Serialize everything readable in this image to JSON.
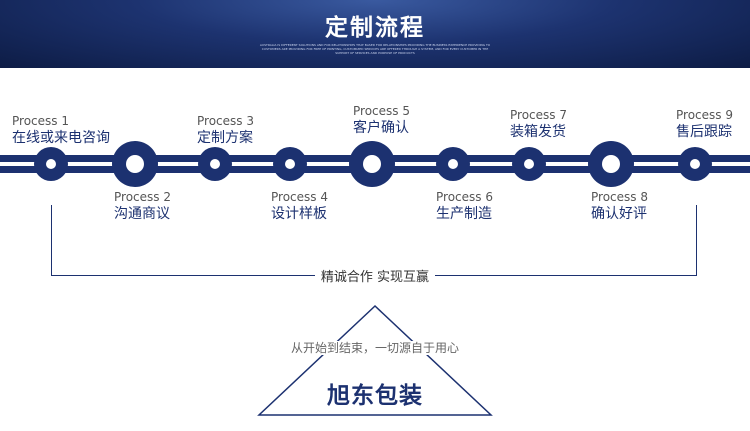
{
  "banner": {
    "title": "定制流程",
    "subtitle": "AUSTRALIA IS DIFFERENT SOLUTIONS AND FOR RELATIONSHIPS THAT BASED FOR RELATIONSHIPS PROVIDING THE BUSINESS EXPERIENCE PROVIDING TO CUSTOMERS ARE PROVIDING FOR FREE OF PRINTING, CUSTOMIZED SERVICES ARE OFFERED THROUGH A SYSTEM, AND FOR EVERY CUSTOMER IN THE SUPPORT OF SERVICES AND PURPOSE OF PRODUCTS"
  },
  "steps": [
    {
      "num": "Process 1",
      "name": "在线或来电咨询"
    },
    {
      "num": "Process 2",
      "name": "沟通商议"
    },
    {
      "num": "Process 3",
      "name": "定制方案"
    },
    {
      "num": "Process 4",
      "name": "设计样板"
    },
    {
      "num": "Process 5",
      "name": "客户确认"
    },
    {
      "num": "Process 6",
      "name": "生产制造"
    },
    {
      "num": "Process 7",
      "name": "装箱发货"
    },
    {
      "num": "Process 8",
      "name": "确认好评"
    },
    {
      "num": "Process 9",
      "name": "售后跟踪"
    }
  ],
  "motto": "精诚合作 实现互赢",
  "tagline": "从开始到结束，一切源自于用心",
  "brand": "旭东包装",
  "colors": {
    "accent": "#1c3170",
    "banner": "#0d1c45"
  }
}
